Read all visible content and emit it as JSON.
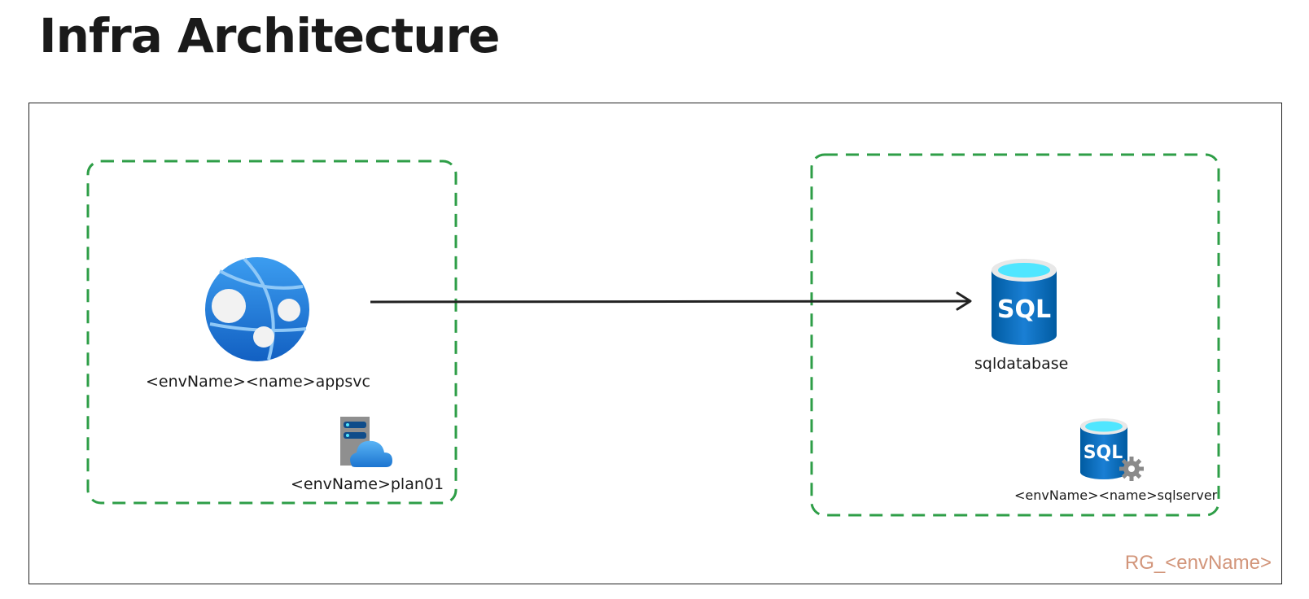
{
  "title": "Infra Architecture",
  "resource_group": {
    "label": "RG_<envName>"
  },
  "nodes": {
    "app_service": {
      "label": "<envName><name>appsvc",
      "icon": "app-service-globe-icon"
    },
    "app_service_plan": {
      "label": "<envName>plan01",
      "icon": "app-service-plan-icon"
    },
    "sql_database": {
      "label": "sqldatabase",
      "icon": "sql-database-icon",
      "icon_text": "SQL"
    },
    "sql_server": {
      "label": "<envName><name>sqlserver",
      "icon": "sql-server-icon",
      "icon_text": "SQL"
    }
  },
  "colors": {
    "group_border": "#2e9e47",
    "azure_blue": "#0078d4",
    "azure_light": "#50e6ff",
    "rg_label": "#d2957a",
    "arrow": "#222222"
  }
}
